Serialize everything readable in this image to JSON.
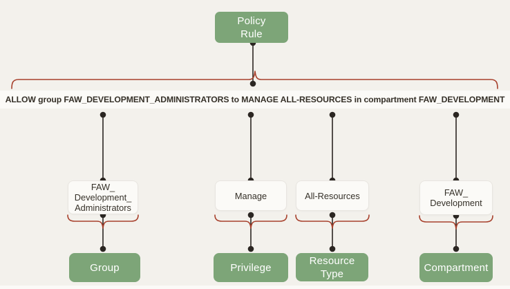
{
  "theme": {
    "background": "#f3f1ec",
    "panel": "#fbfaf7",
    "panel_border": "#e8e5e0",
    "green": "#7da578",
    "red": "#a7402c",
    "line": "#2b2622",
    "text_dark": "#353028"
  },
  "root": {
    "label": "Policy\nRule"
  },
  "statement": {
    "text": "ALLOW group FAW_DEVELOPMENT_ADMINISTRATORS to MANAGE ALL-RESOURCES in compartment FAW_DEVELOPMENT"
  },
  "columns": [
    {
      "token": "FAW_\nDevelopment_\nAdministrators",
      "category": "Group"
    },
    {
      "token": "Manage",
      "category": "Privilege"
    },
    {
      "token": "All-Resources",
      "category": "Resource\nType"
    },
    {
      "token": "FAW_\nDevelopment",
      "category": "Compartment"
    }
  ]
}
